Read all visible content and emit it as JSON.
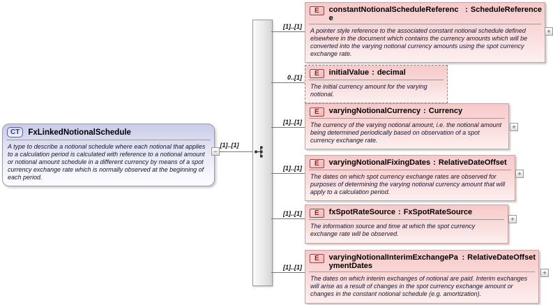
{
  "ui": {
    "expand_glyph": "+",
    "collapse_glyph": "−",
    "colon": ":"
  },
  "diagram": {
    "root": {
      "badge": "CT",
      "name": "FxLinkedNotionalSchedule",
      "cardinality": "[1]..[1]",
      "description": "A type to describe a notional schedule where each notional that applies to a calculation period is calculated with reference to a notional amount or notional amount schedule in a different currency by means of a spot currency exchange rate which is normally observed at the beginning of each period."
    },
    "compositor": "sequence",
    "elements": [
      {
        "badge": "E",
        "name": "constantNotionalScheduleReference",
        "type": "ScheduleReference",
        "cardinality": "[1]..[1]",
        "description": "A pointer style reference to the associated constant notional schedule defined elsewhere in the document which contains the currency amounts which will be converted into the varying notional currency amounts using the spot currency exchange rate."
      },
      {
        "badge": "E",
        "name": "initialValue",
        "type": "decimal",
        "cardinality": "0..[1]",
        "description": "The initial currency amount for the varying notional."
      },
      {
        "badge": "E",
        "name": "varyingNotionalCurrency",
        "type": "Currency",
        "cardinality": "[1]..[1]",
        "description": "The currency of the varying notional amount, i.e. the notional amount being determined periodically based on observation of a spot currency exchange rate."
      },
      {
        "badge": "E",
        "name": "varyingNotionalFixingDates",
        "type": "RelativeDateOffset",
        "cardinality": "[1]..[1]",
        "description": "The dates on which spot currency exchange rates are observed for purposes of determining the varying notional currency amount that will apply to a calculation period."
      },
      {
        "badge": "E",
        "name": "fxSpotRateSource",
        "type": "FxSpotRateSource",
        "cardinality": "[1]..[1]",
        "description": "The information source and time at which the spot currency exchange rate will be observed."
      },
      {
        "badge": "E",
        "name": "varyingNotionalInterimExchangePaymentDates",
        "type": "RelativeDateOffset",
        "cardinality": "[1]..[1]",
        "description": "The dates on which interim exchanges of notional are paid. Interim exchanges will arise as a result of changes in the spot currency exchange amount or changes in the constant notional schedule (e.g. amortization)."
      }
    ]
  }
}
